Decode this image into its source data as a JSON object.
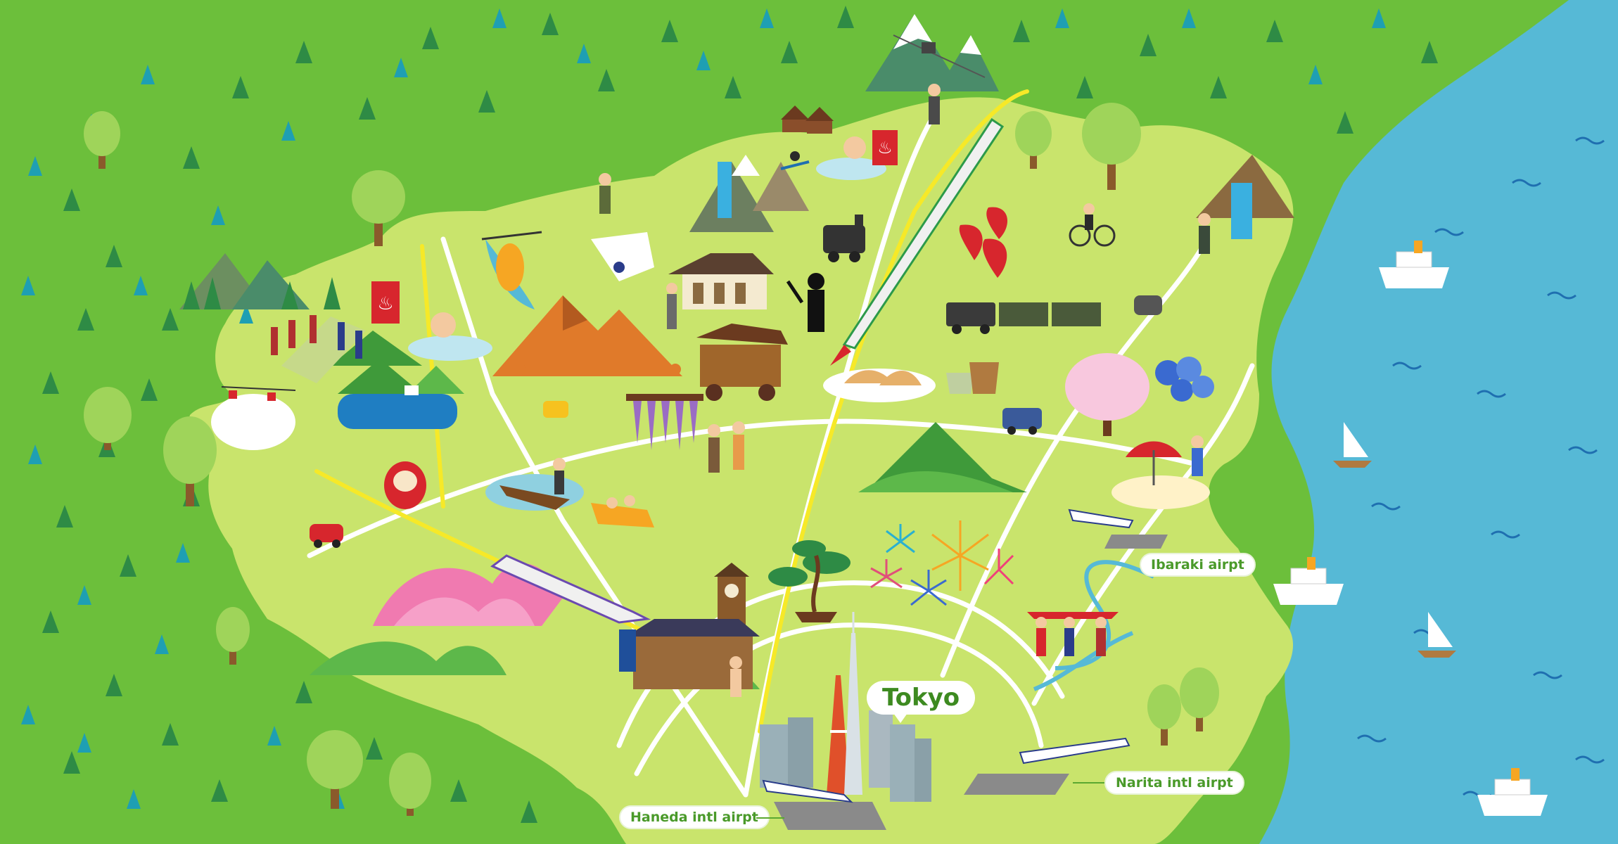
{
  "labels": {
    "tokyo": "Tokyo",
    "ibaraki": "Ibaraki airpt",
    "haneda": "Haneda intl airpt",
    "narita": "Narita intl airpt"
  },
  "colors": {
    "forest": "#6cbf3b",
    "plain": "#c9e46c",
    "sea": "#56b9d6",
    "road": "#ffffff",
    "rail": "#f6e928",
    "label_text": "#4a9a2a"
  },
  "icons": [
    "forest-tree-icon",
    "mountain-icon",
    "hot-spring-icon",
    "cable-car-icon",
    "waterfall-icon",
    "kayak-icon",
    "skier-icon",
    "volcano-icon",
    "temple-icon",
    "ninja-icon",
    "steam-train-icon",
    "strawberry-icon",
    "bullet-train-icon",
    "gyoza-icon",
    "tea-cup-icon",
    "festival-float-icon",
    "wisteria-icon",
    "cherry-blossom-icon",
    "morning-glory-icon",
    "car-icon",
    "van-icon",
    "daruma-icon",
    "boat-icon",
    "rafting-icon",
    "fireworks-icon",
    "bonsai-icon",
    "clock-tower-icon",
    "tokyo-tower-icon",
    "skytree-icon",
    "airplane-icon",
    "runway-icon",
    "ship-icon",
    "sailboat-icon",
    "beach-umbrella-icon",
    "cyclist-icon",
    "rice-planting-icon",
    "hiker-icon"
  ]
}
